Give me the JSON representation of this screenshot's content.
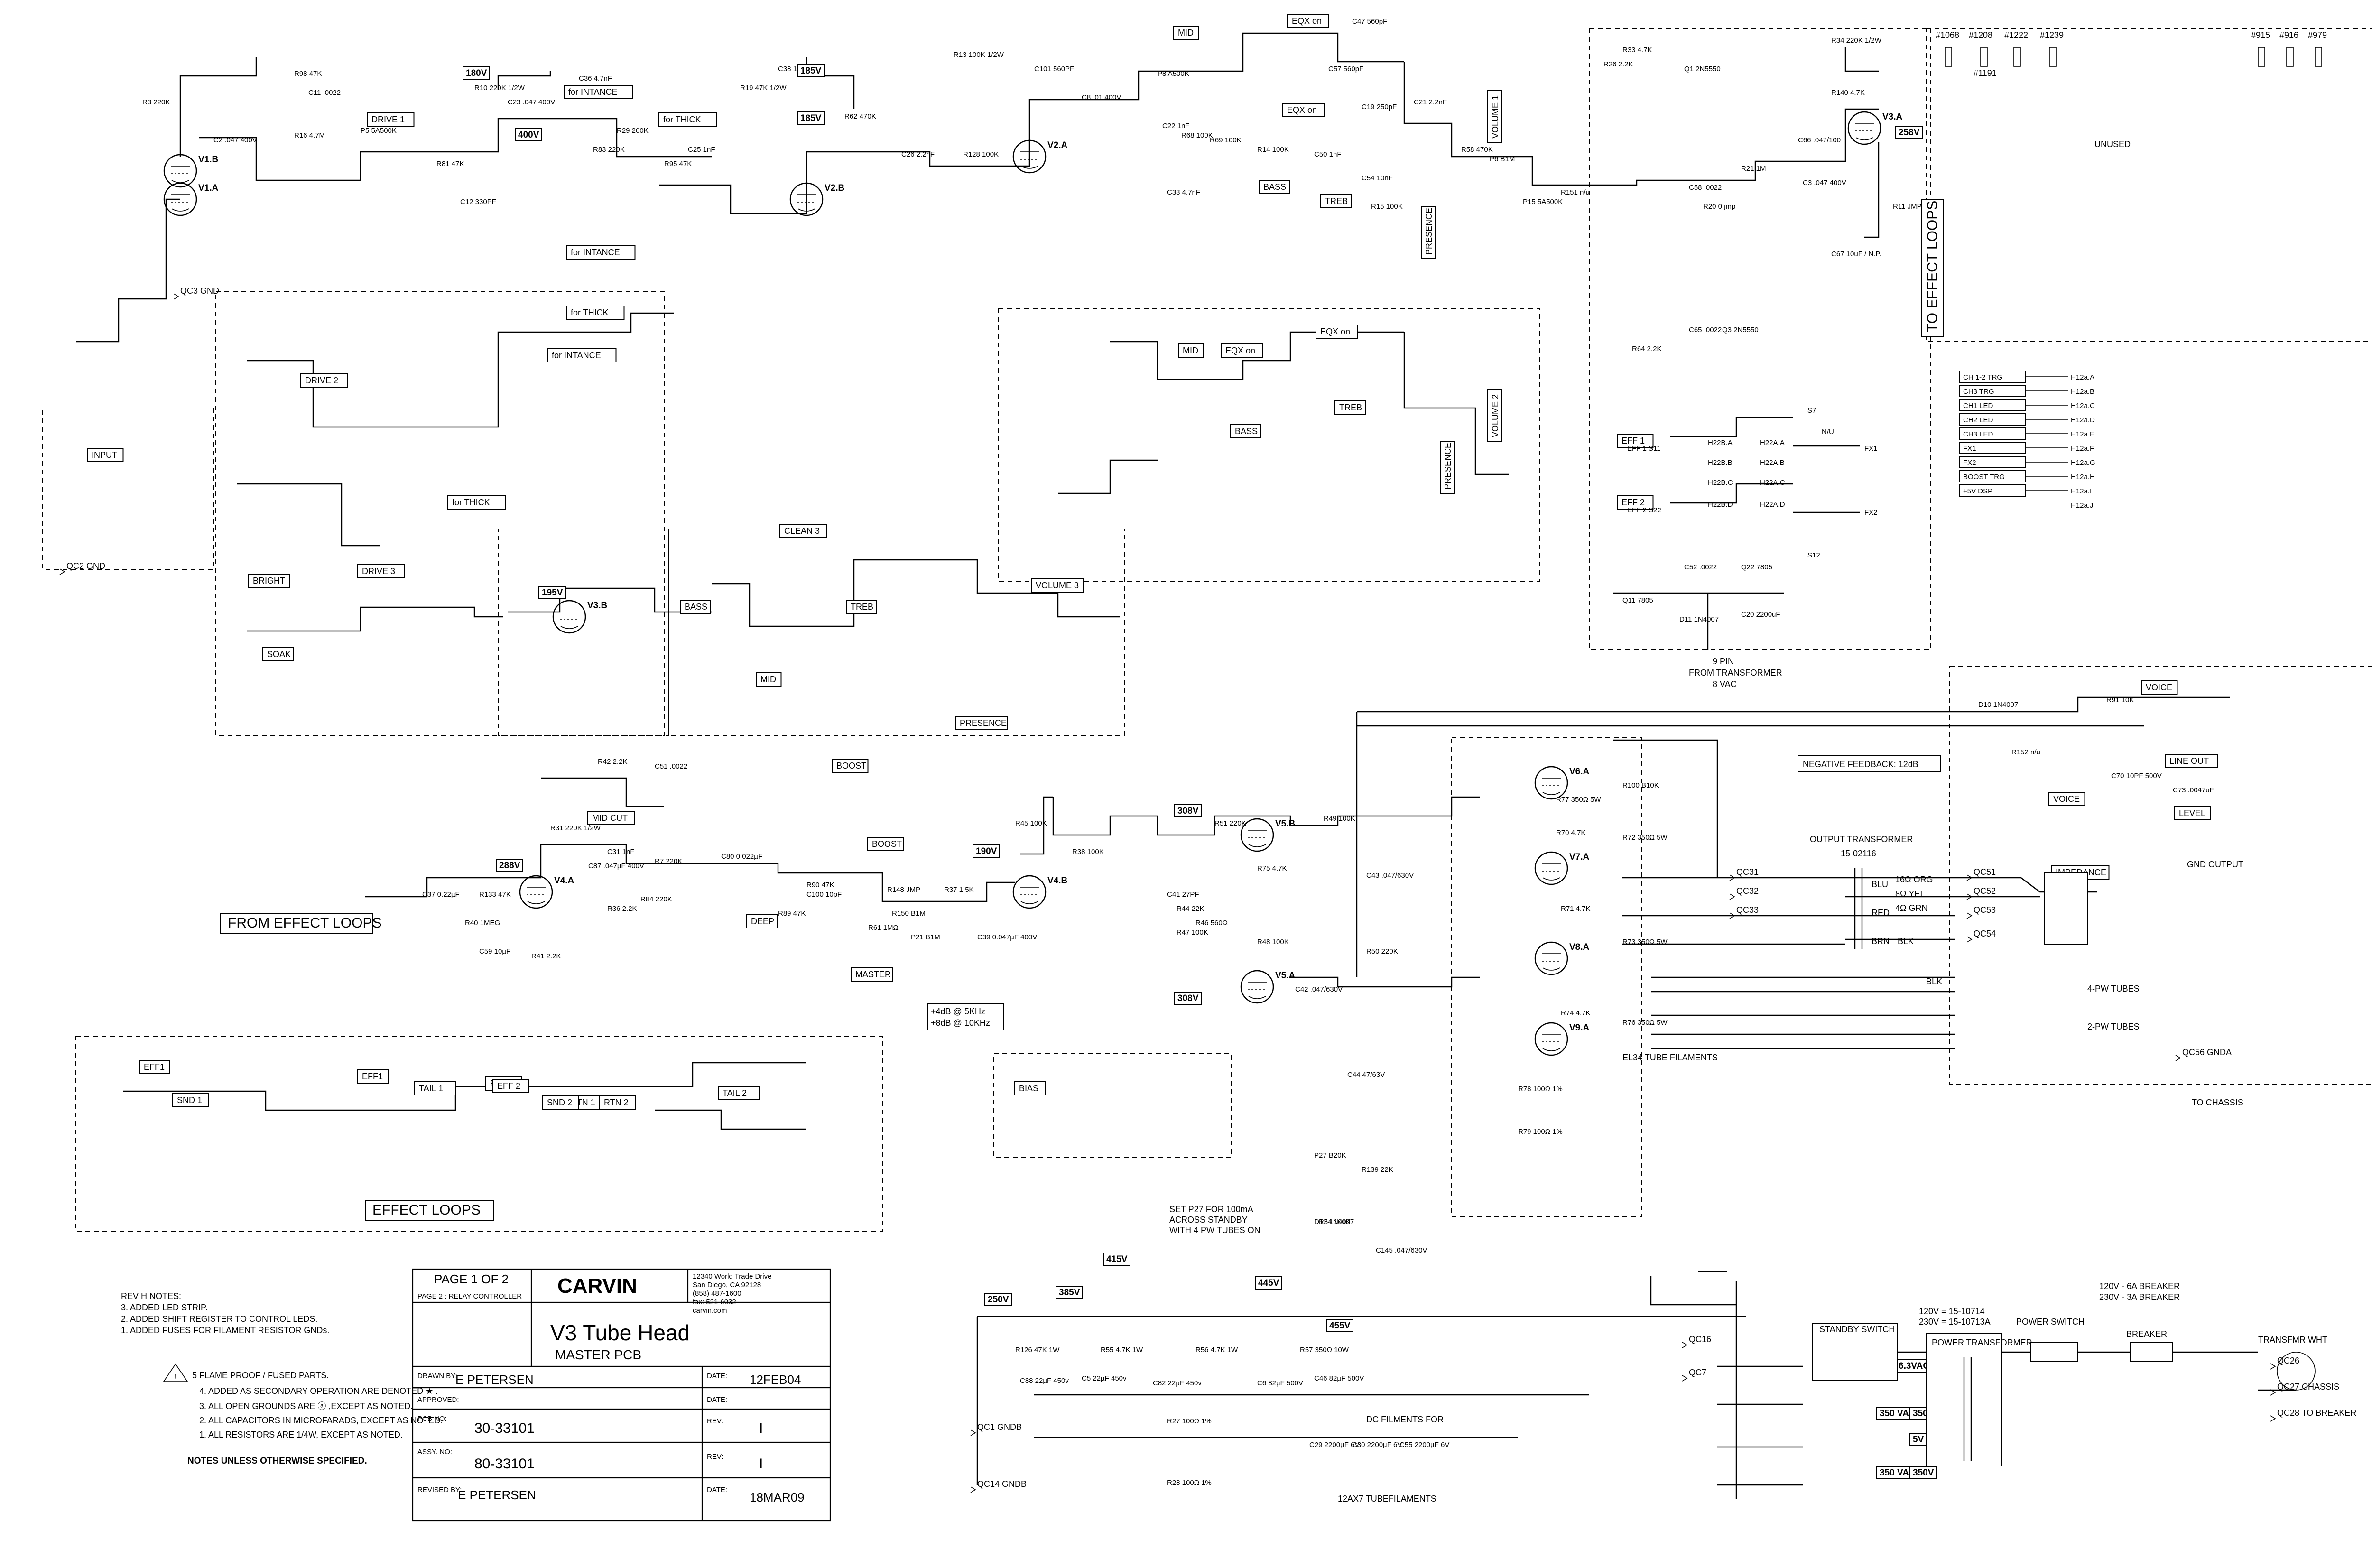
{
  "title_block": {
    "page": "PAGE 1 OF 2",
    "page2": "PAGE 2 : RELAY CONTROLLER",
    "brand": "CARVIN",
    "address": [
      "12340 World Trade Drive",
      "San Diego, CA 92128",
      "(858) 487-1600",
      "fax: 521-6032",
      "carvin.com"
    ],
    "product": "V3 Tube Head",
    "subtitle": "MASTER PCB",
    "drawn_by_label": "DRAWN BY:",
    "drawn_by": "E PETERSEN",
    "date_label": "DATE:",
    "date": "12FEB04",
    "approved_label": "APPROVED:",
    "approved_date_label": "DATE:",
    "pcb_label": "PCB NO:",
    "pcb_no": "30-33101",
    "pcb_rev_label": "REV:",
    "pcb_rev": "I",
    "assy_label": "ASSY. NO:",
    "assy_no": "80-33101",
    "assy_rev_label": "REV:",
    "assy_rev": "I",
    "revised_label": "REVISED BY:",
    "revised_by": "E PETERSEN",
    "revised_date_label": "DATE:",
    "revised_date": "18MAR09"
  },
  "rev_notes": [
    "REV H NOTES:",
    "3. ADDED LED STRIP.",
    "2. ADDED SHIFT REGISTER TO CONTROL LEDS.",
    "1. ADDED FUSES FOR FILAMENT RESISTOR GNDs."
  ],
  "general_notes": [
    "5  FLAME PROOF / FUSED PARTS.",
    "4.  ADDED AS SECONDARY OPERATION ARE DENOTED ★ .",
    "3.  ALL OPEN GROUNDS ARE ⓐ ,EXCEPT AS NOTED.",
    "2.  ALL CAPACITORS IN MICROFARADS, EXCEPT AS NOTED.",
    "1.  ALL RESISTORS ARE 1/4W, EXCEPT AS NOTED."
  ],
  "notes_footer": "NOTES UNLESS OTHERWISE SPECIFIED.",
  "section_titles": {
    "from_loops": "FROM EFFECT LOOPS",
    "effect_loops": "EFFECT LOOPS",
    "to_loops": "TO EFFECT LOOPS",
    "negative_feedback": "NEGATIVE FEEDBACK: 12dB",
    "output_transformer": "OUTPUT TRANSFORMER",
    "ot_part": "15-02116",
    "el34_fil": "EL34 TUBE FILAMENTS",
    "dc_filaments": "DC FILMENTS FOR",
    "tube_filaments": "12AX7 TUBEFILAMENTS",
    "standby_switch": "STANDBY SWITCH",
    "power_transformer": "POWER TRANSFORMER",
    "power_switch": "POWER SWITCH",
    "breaker": "BREAKER",
    "transfmr": "TRANSFMR WHT",
    "breaker_rating": [
      "120V - 6A BREAKER",
      "230V - 3A BREAKER"
    ],
    "pt_parts": [
      "120V = 15-10714",
      "230V = 15-10713A"
    ],
    "set_p27": [
      "SET P27 FOR 100mA",
      "ACROSS STANDBY",
      "WITH 4 PW TUBES ON"
    ],
    "from_transformer": [
      "9 PIN",
      "FROM TRANSFORMER",
      "8 VAC"
    ],
    "unused": "UNUSED",
    "to_chassis": "TO CHASSIS",
    "gnd_output": "GND OUTPUT",
    "four_pw": "4-PW TUBES",
    "two_pw": "2-PW TUBES",
    "bright_gain": [
      "+4dB @ 5KHz",
      "+8dB @ 10KHz"
    ],
    "part_numbers": [
      "#1068",
      "#1208",
      "#1222",
      "#1239",
      "#1191",
      "#915",
      "#916",
      "#979"
    ]
  },
  "labels_boxed": [
    "DRIVE 1",
    "DRIVE 2",
    "DRIVE 3",
    "INPUT",
    "BRIGHT",
    "SOAK",
    "for INTANCE",
    "for THICK",
    "for INTANCE",
    "for THICK",
    "for INTANCE",
    "for THICK",
    "MID",
    "BASS",
    "TREB",
    "EQX on",
    "EQX on",
    "VOLUME 1",
    "PRESENCE",
    "CLEAN 3",
    "BASS",
    "TREB",
    "MID",
    "VOLUME 3",
    "PRESENCE",
    "MID",
    "BASS",
    "TREB",
    "EQX on",
    "EQX on",
    "VOLUME 2",
    "PRESENCE",
    "EFF 1",
    "EFF 2",
    "MID CUT",
    "BOOST",
    "BOOST",
    "DEEP",
    "MASTER",
    "BIAS",
    "VOICE",
    "VOICE",
    "LINE OUT",
    "LEVEL",
    "IMPEDANCE",
    "TAIL 1",
    "TAIL 2",
    "EFF 2",
    "SND 1",
    "RTN 1",
    "SND 2",
    "RTN 2",
    "EFF1",
    "EFF1",
    "EFF 2"
  ],
  "tubes": [
    "V1.A",
    "V1.B",
    "V2.A",
    "V2.B",
    "V3.A",
    "V3.B",
    "V4.A",
    "V4.B",
    "V5.A",
    "V5.B",
    "V6.A",
    "V7.A",
    "V8.A",
    "V9.A"
  ],
  "voltages": [
    "180V",
    "400V",
    "185V",
    "185V",
    "258V",
    "288V",
    "190V",
    "308V",
    "308V",
    "415V",
    "250V",
    "385V",
    "445V",
    "455V",
    "195V",
    "350 VAC",
    "350 VAC",
    "350V",
    "350V",
    "6.3VAC",
    "5V",
    "120V"
  ],
  "parts_sample": [
    "R3 220K",
    "R98 47K",
    "C2 .047 400V",
    "C11 .0022",
    "R16 4.7M",
    "P5 5A500K",
    "R81 47K",
    "C12 330PF",
    "R10 220K 1/2W",
    "C23 .047 400V",
    "C36 4.7nF",
    "R83 220K",
    "R29 200K",
    "R95 47K",
    "C25 1nF",
    "R19 47K 1/2W",
    "C38 1nF",
    "R62 470K",
    "C26 2.2nF",
    "R128 100K",
    "R13 100K 1/2W",
    "C101 560PF",
    "C8 .01 400V",
    "P8 A500K",
    "C22 1nF",
    "R68 100K",
    "R69 100K",
    "C33 4.7nF",
    "R14 100K",
    "C50 1nF",
    "C54 10nF",
    "R15 100K",
    "C47 560pF",
    "C57 560pF",
    "C19 250pF",
    "C21 2.2nF",
    "R58 470K",
    "P6 B1M",
    "P15 5A500K",
    "R151 n/u",
    "C58 .0022",
    "R20 0 jmp",
    "R21 1M",
    "C66 .047/100",
    "R140 4.7K",
    "R34 220K 1/2W",
    "C3 .047 400V",
    "R11 JMP",
    "C67 10uF / N.P.",
    "R33 4.7K",
    "Q1 2N5550",
    "R26 2.2K",
    "C65 .0022",
    "Q3 2N5550",
    "R64 2.2K",
    "C52 .0022",
    "Q22 7805",
    "Q11 7805",
    "C20 2200uF",
    "D11 1N4007",
    "D10 1N4007",
    "R91 10K",
    "R152 n/u",
    "C70 10PF 500V",
    "C73 .0047uF",
    "R100 B10K",
    "R72 350Ω 5W",
    "R73 350Ω 5W",
    "R76 350Ω 5W",
    "R77 350Ω 5W",
    "R70 4.7K",
    "R71 4.7K",
    "R74 4.7K",
    "R75 4.7K",
    "R48 100K",
    "R49 100K",
    "C42 .047/630V",
    "C43 .047/630V",
    "R50 220K",
    "R51 220K",
    "C41 27PF",
    "R44 22K",
    "R46 560Ω",
    "R47 100K",
    "R45 100K",
    "R38 100K",
    "C39 0.047µF 400V",
    "R37 1.5K",
    "R148 JMP",
    "R150 B1M",
    "R61 1MΩ",
    "P21 B1M",
    "R90 47K",
    "C100 10pF",
    "R89 47K",
    "C80 0.022µF",
    "R84 220K",
    "R7 220K",
    "C31 1nF",
    "R36 2.2K",
    "C87 .047µF 400V",
    "R31 220K 1/2W",
    "R133 47K",
    "R40 1MEG",
    "C37 0.22µF",
    "R41 2.2K",
    "C59 10µF",
    "R42 2.2K",
    "C51 .0022",
    "R126 47K 1W",
    "R55 4.7K 1W",
    "R56 4.7K 1W",
    "R57 350Ω 10W",
    "C88 22µF 450v",
    "C5 22µF 450v",
    "C82 22µF 450v",
    "C6 82µF 500V",
    "C46 82µF 500V",
    "R27 100Ω 1%",
    "R28 100Ω 1%",
    "C29 2200µF 6V",
    "C30 2200µF 6V",
    "C55 2200µF 6V",
    "R78 100Ω 1%",
    "R79 100Ω 1%",
    "P27 B20K",
    "R139 22K",
    "R54 100K",
    "C145 .047/630V",
    "D12 1N4007",
    "C44 47/63V"
  ],
  "connectors": [
    "QC1 GNDB",
    "QC14 GNDB",
    "QC2 GND",
    "QC3 GND",
    "QC26",
    "QC27 CHASSIS",
    "QC28 TO BREAKER",
    "QC31",
    "QC32",
    "QC33",
    "QC51",
    "QC52",
    "QC53",
    "QC54",
    "QC56 GNDA",
    "QC16",
    "QC7"
  ],
  "relay_legend": [
    "CH 1-2 TRG",
    "CH3 TRG",
    "CH1 LED",
    "CH2 LED",
    "CH3 LED",
    "FX1",
    "FX2",
    "BOOST TRG",
    "+5V DSP"
  ],
  "relay_pins": [
    "H12a.A",
    "H12a.B",
    "H12a.C",
    "H12a.D",
    "H12a.E",
    "H12a.F",
    "H12a.G",
    "H12a.H",
    "H12a.I",
    "H12a.J"
  ],
  "ot_taps": [
    "BLU",
    "RED",
    "BRN",
    "BLK",
    "16Ω ORG",
    "8Ω YEL",
    "4Ω GRN",
    "BLK"
  ],
  "fx_labels": [
    "EFF 1 S11",
    "EFF 2 S22",
    "H22B.A",
    "H22B.B",
    "H22B.C",
    "H22B.D",
    "H22A.A",
    "H22A.B",
    "H22A.C",
    "H22A.D",
    "FX1",
    "FX2",
    "S7",
    "S12",
    "N/U"
  ]
}
